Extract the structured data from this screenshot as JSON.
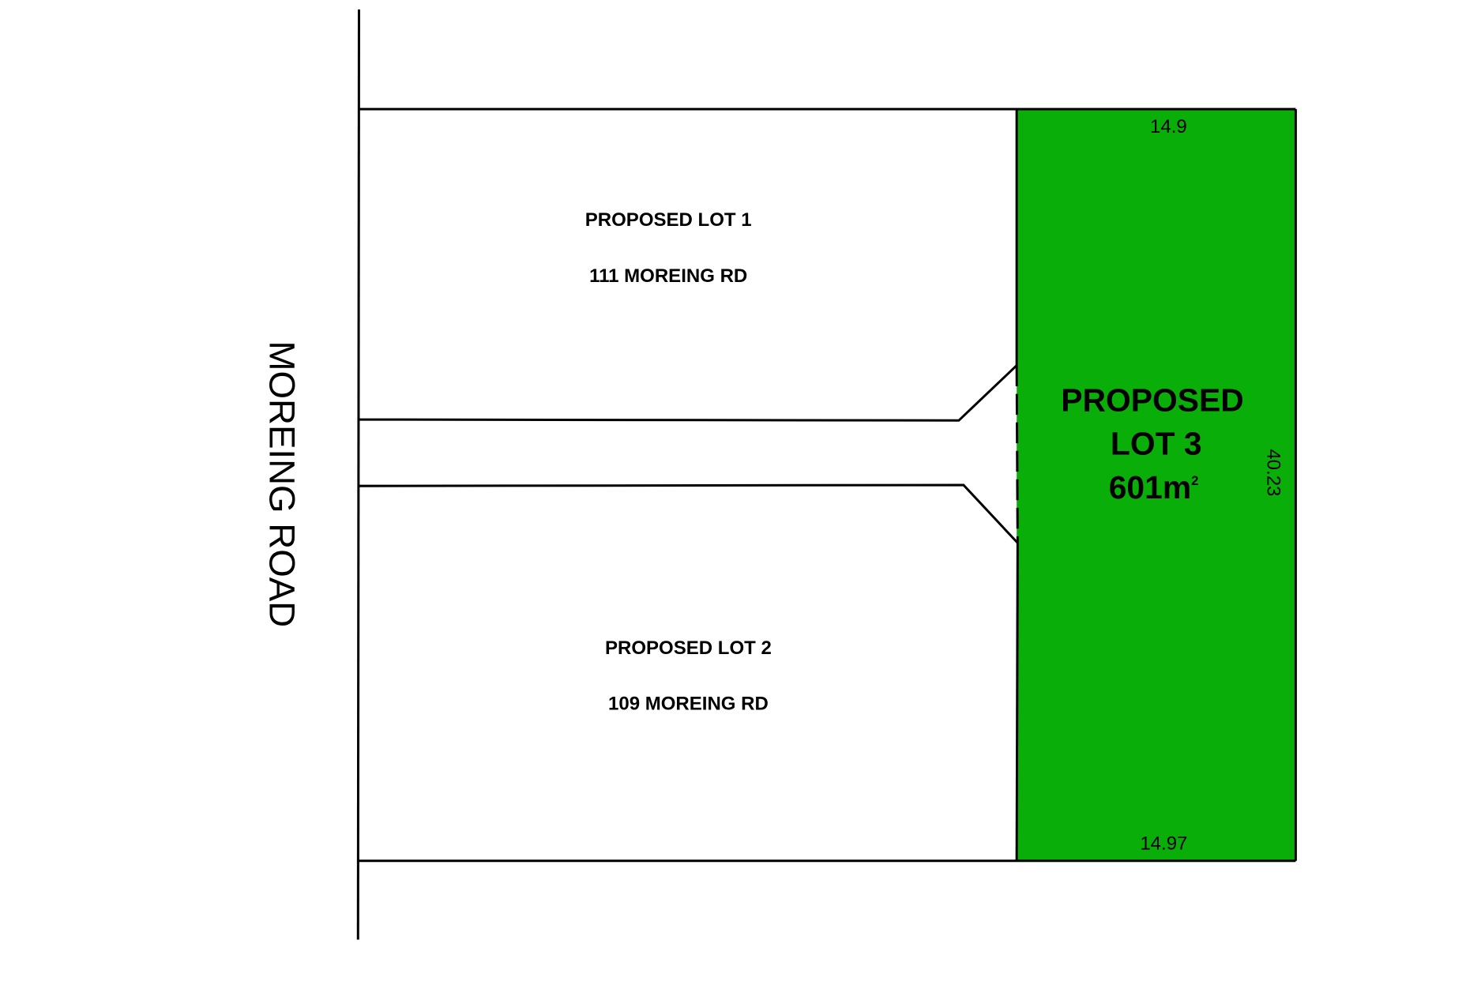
{
  "road": {
    "name": "MOREING ROAD"
  },
  "lot1": {
    "title": "PROPOSED LOT 1",
    "address": "111 MOREING RD"
  },
  "lot2": {
    "title": "PROPOSED LOT 2",
    "address": "109 MOREING RD"
  },
  "lot3": {
    "line1": "PROPOSED",
    "line2": "LOT 3",
    "area": "601m",
    "area_unit_sup": "2",
    "top_dim": "14.9",
    "bottom_dim": "14.97",
    "side_dim": "40.23"
  },
  "colors": {
    "lot3_fill": "#0AAE08",
    "line": "#000000"
  }
}
